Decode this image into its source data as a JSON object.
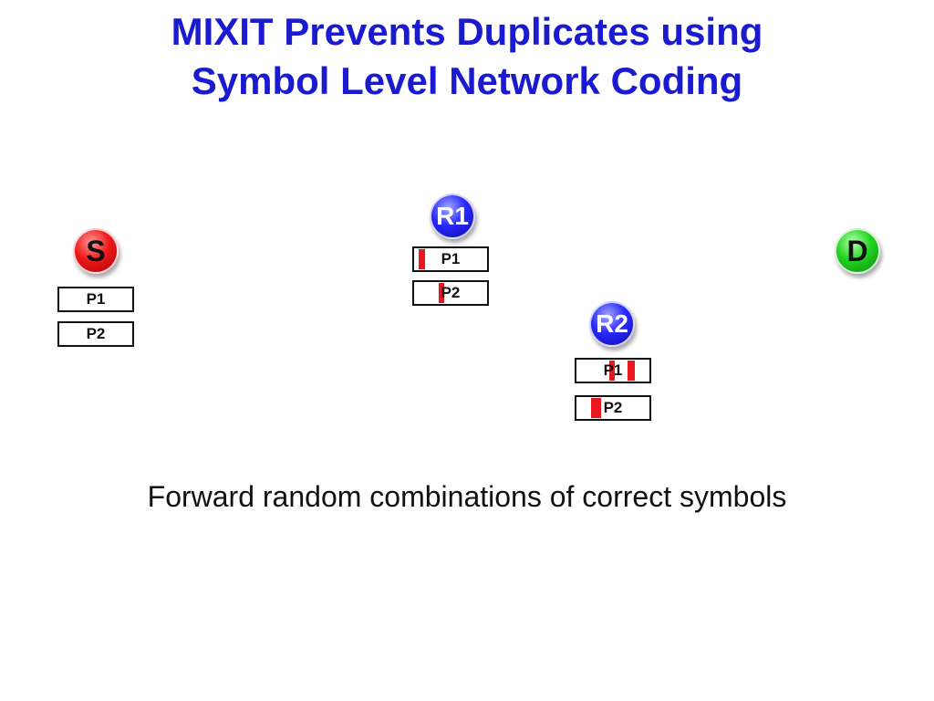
{
  "title": {
    "line1": "MIXIT Prevents Duplicates using",
    "line2": "Symbol Level Network Coding"
  },
  "nodes": {
    "source": {
      "label": "S",
      "color": "#ee1a1a"
    },
    "router1": {
      "label": "R1",
      "color": "#2a2aff"
    },
    "router2": {
      "label": "R2",
      "color": "#2a2aff"
    },
    "destination": {
      "label": "D",
      "color": "#22d422"
    }
  },
  "packets": {
    "source": [
      "P1",
      "P2"
    ],
    "router1": [
      "P1",
      "P2"
    ],
    "router2": [
      "P1",
      "P2"
    ]
  },
  "colors": {
    "title": "#1a1ad0",
    "error_symbol": "#e8181e"
  },
  "caption": "Forward random combinations of correct symbols"
}
